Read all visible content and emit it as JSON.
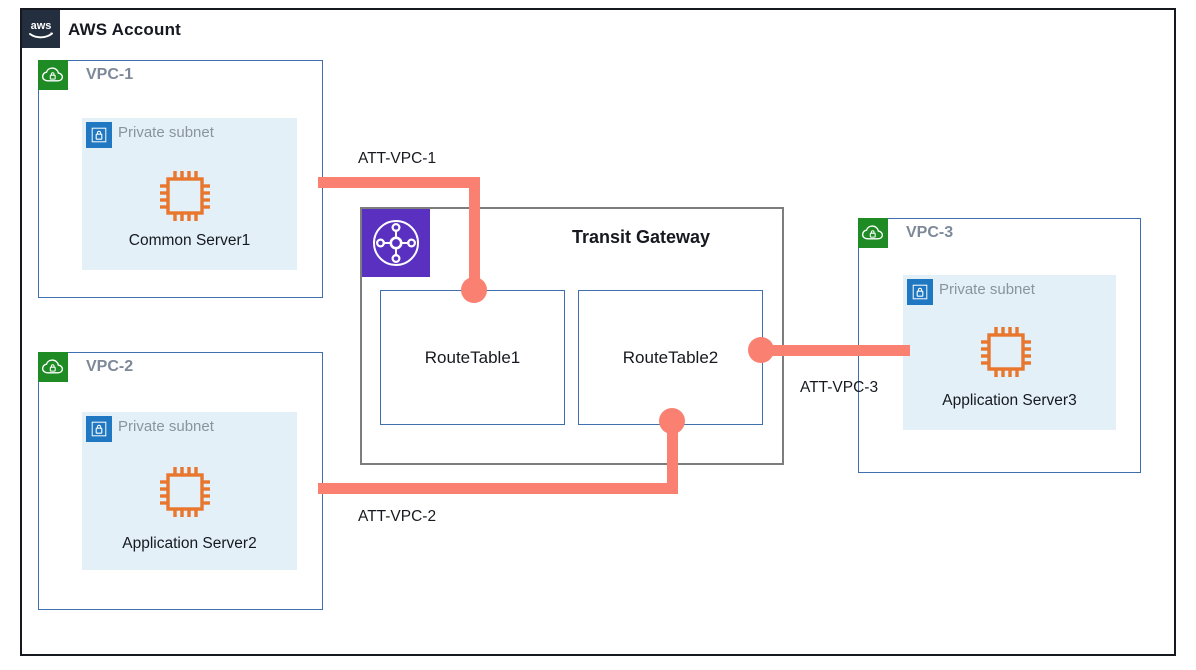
{
  "account": {
    "title": "AWS Account",
    "logo_icon": "aws-logo-icon"
  },
  "vpcs": [
    {
      "id": "vpc-1",
      "label": "VPC-1",
      "icon": "vpc-cloud-lock-icon",
      "subnet": {
        "label": "Private subnet",
        "icon": "private-subnet-lock-icon",
        "server": {
          "caption": "Common Server1",
          "icon": "ec2-chip-icon"
        }
      }
    },
    {
      "id": "vpc-2",
      "label": "VPC-2",
      "icon": "vpc-cloud-lock-icon",
      "subnet": {
        "label": "Private subnet",
        "icon": "private-subnet-lock-icon",
        "server": {
          "caption": "Application Server2",
          "icon": "ec2-chip-icon"
        }
      }
    },
    {
      "id": "vpc-3",
      "label": "VPC-3",
      "icon": "vpc-cloud-lock-icon",
      "subnet": {
        "label": "Private subnet",
        "icon": "private-subnet-lock-icon",
        "server": {
          "caption": "Application Server3",
          "icon": "ec2-chip-icon"
        }
      }
    }
  ],
  "transit_gateway": {
    "title": "Transit Gateway",
    "icon": "transit-gateway-hub-icon",
    "route_tables": [
      {
        "label": "RouteTable1"
      },
      {
        "label": "RouteTable2"
      }
    ]
  },
  "attachments": [
    {
      "label": "ATT-VPC-1",
      "from": "VPC-1",
      "to": "RouteTable1"
    },
    {
      "label": "ATT-VPC-2",
      "from": "VPC-2",
      "to": "RouteTable2"
    },
    {
      "label": "ATT-VPC-3",
      "from": "RouteTable2",
      "to": "VPC-3"
    }
  ],
  "colors": {
    "aws_navy": "#232f3e",
    "vpc_green": "#1f8b24",
    "subnet_blue": "#1f78c1",
    "subnet_fill": "#e3f0f8",
    "vpc_border": "#3f6fae",
    "tgw_purple": "#5a30c0",
    "tgw_border": "#7d7d7d",
    "chip_orange": "#e8762d",
    "link_salmon": "#fa8072",
    "label_gray": "#7d8998",
    "text_dark": "#16191f"
  }
}
